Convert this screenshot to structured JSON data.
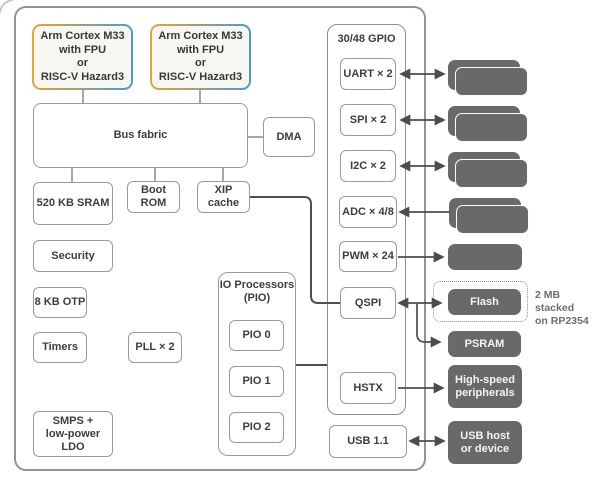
{
  "colors": {
    "cpu_border_left": "#E5A33C",
    "cpu_border_right": "#4D9AC9",
    "peripheral_gray": "#696969",
    "box_border": "#9a9a9a",
    "arrow": "#4d4d4d",
    "note_text": "#6e6e6e"
  },
  "chip": {
    "cpu": {
      "line1": "Arm Cortex M33",
      "line2": "with FPU",
      "line3": "or",
      "line4": "RISC-V Hazard3"
    },
    "bus_fabric": "Bus fabric",
    "dma": "DMA",
    "sram": "520 KB SRAM",
    "boot_rom": {
      "line1": "Boot",
      "line2": "ROM"
    },
    "xip_cache": {
      "line1": "XIP",
      "line2": "cache"
    },
    "security": "Security",
    "otp": "8 KB OTP",
    "timers": "Timers",
    "pll": "PLL × 2",
    "smps": {
      "line1": "SMPS +",
      "line2": "low-power LDO"
    },
    "pio": {
      "title_line1": "IO Processors",
      "title_line2": "(PIO)",
      "pio0": "PIO 0",
      "pio1": "PIO 1",
      "pio2": "PIO 2"
    },
    "gpio": {
      "title": "30/48 GPIO",
      "uart": "UART × 2",
      "spi": "SPI × 2",
      "i2c": "I2C × 2",
      "adc": "ADC × 4/8",
      "pwm": "PWM × 24",
      "qspi": "QSPI",
      "hstx": "HSTX"
    },
    "usb": "USB 1.1"
  },
  "external": {
    "flash": "Flash",
    "flash_note": {
      "line1": "2 MB stacked",
      "line2": "on RP2354"
    },
    "psram": "PSRAM",
    "high_speed": {
      "line1": "High-speed",
      "line2": "peripherals"
    },
    "usb_host": {
      "line1": "USB host",
      "line2": "or device"
    }
  }
}
